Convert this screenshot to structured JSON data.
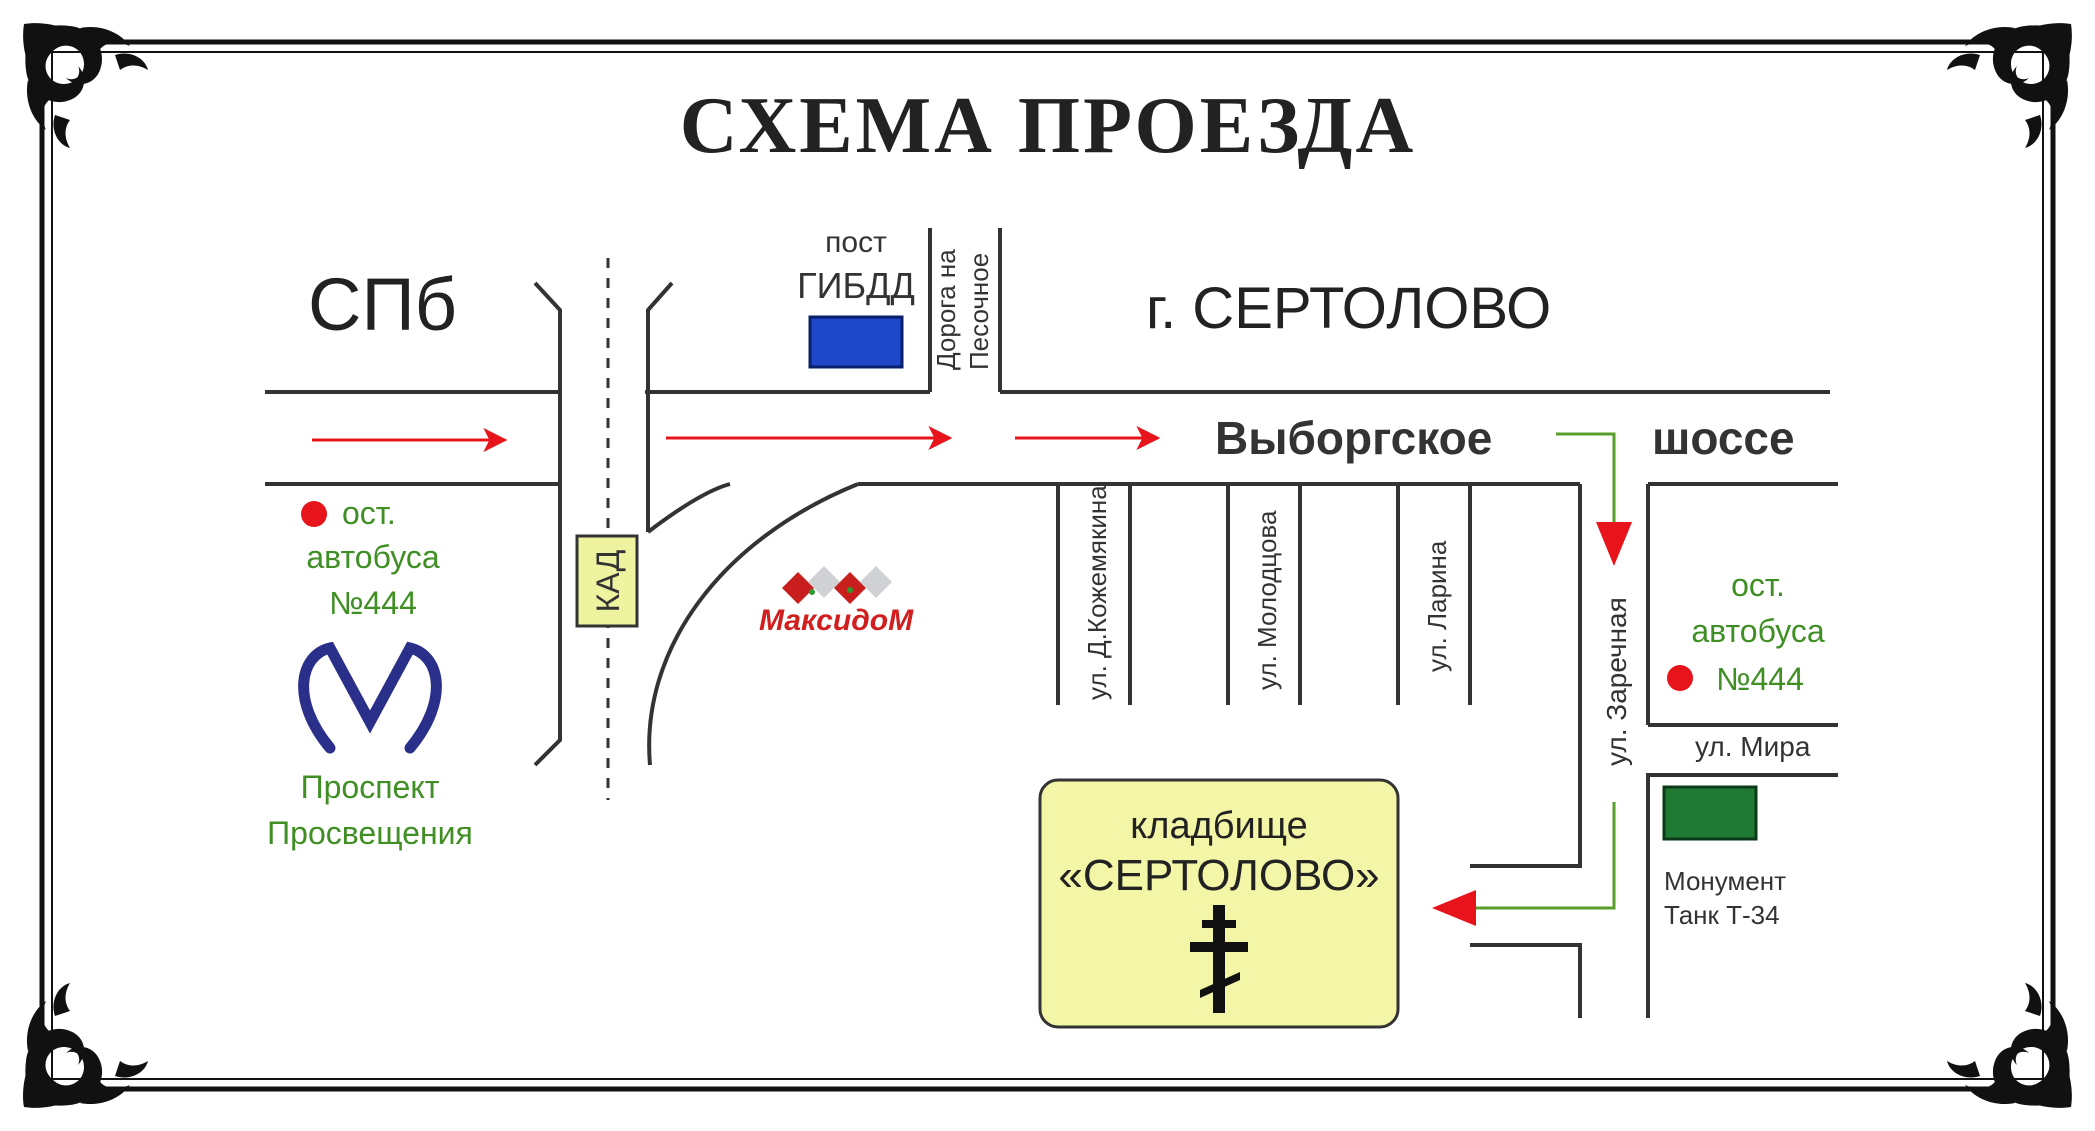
{
  "title": "СХЕМА ПРОЕЗДА",
  "places": {
    "spb": "СПб",
    "sertolovo_town": "г. СЕРТОЛОВО",
    "post_gibdd_line1": "пост",
    "post_gibdd_line2": "ГИБДД",
    "kad": "КАД",
    "maxidom": "МаксидоМ",
    "metro_line1": "Проспект",
    "metro_line2": "Просвещения",
    "cemetery_line1": "кладбище",
    "cemetery_line2": "«СЕРТОЛОВО»",
    "monument_line1": "Монумент",
    "monument_line2": "Танк Т-34"
  },
  "roads": {
    "vyborgskoe": "Выборгское",
    "shosse": "шоссе",
    "peschanoe_line1": "Дорога на",
    "peschanoe_line2": "Песочное",
    "kozhemyakina": "ул. Д.Кожемякина",
    "molodtsova": "ул. Молодцова",
    "larina": "ул. Ларина",
    "zarechnaya": "ул. Заречная",
    "mira": "ул. Мира"
  },
  "bus_stops": {
    "left_line1": "ост.",
    "left_line2": "автобуса",
    "left_line3": "№444",
    "right_line1": "ост.",
    "right_line2": "автобуса",
    "right_line3": "№444"
  },
  "colors": {
    "road": "#333333",
    "arrow_red": "#e8141b",
    "arrow_green": "#5a9e2c",
    "label_green": "#3f8f24",
    "gibdd_blue": "#1e46c8",
    "monument_green": "#1f7a34",
    "cemetery_fill": "#f2f6a6",
    "kad_fill": "#eef3a0",
    "metro_blue": "#2a2f8a",
    "bus_stop_red": "#e8141b"
  },
  "icons": {
    "metro": "metro-m-icon",
    "cross": "orthodox-cross-icon",
    "corner": "ornament-corner-icon"
  }
}
